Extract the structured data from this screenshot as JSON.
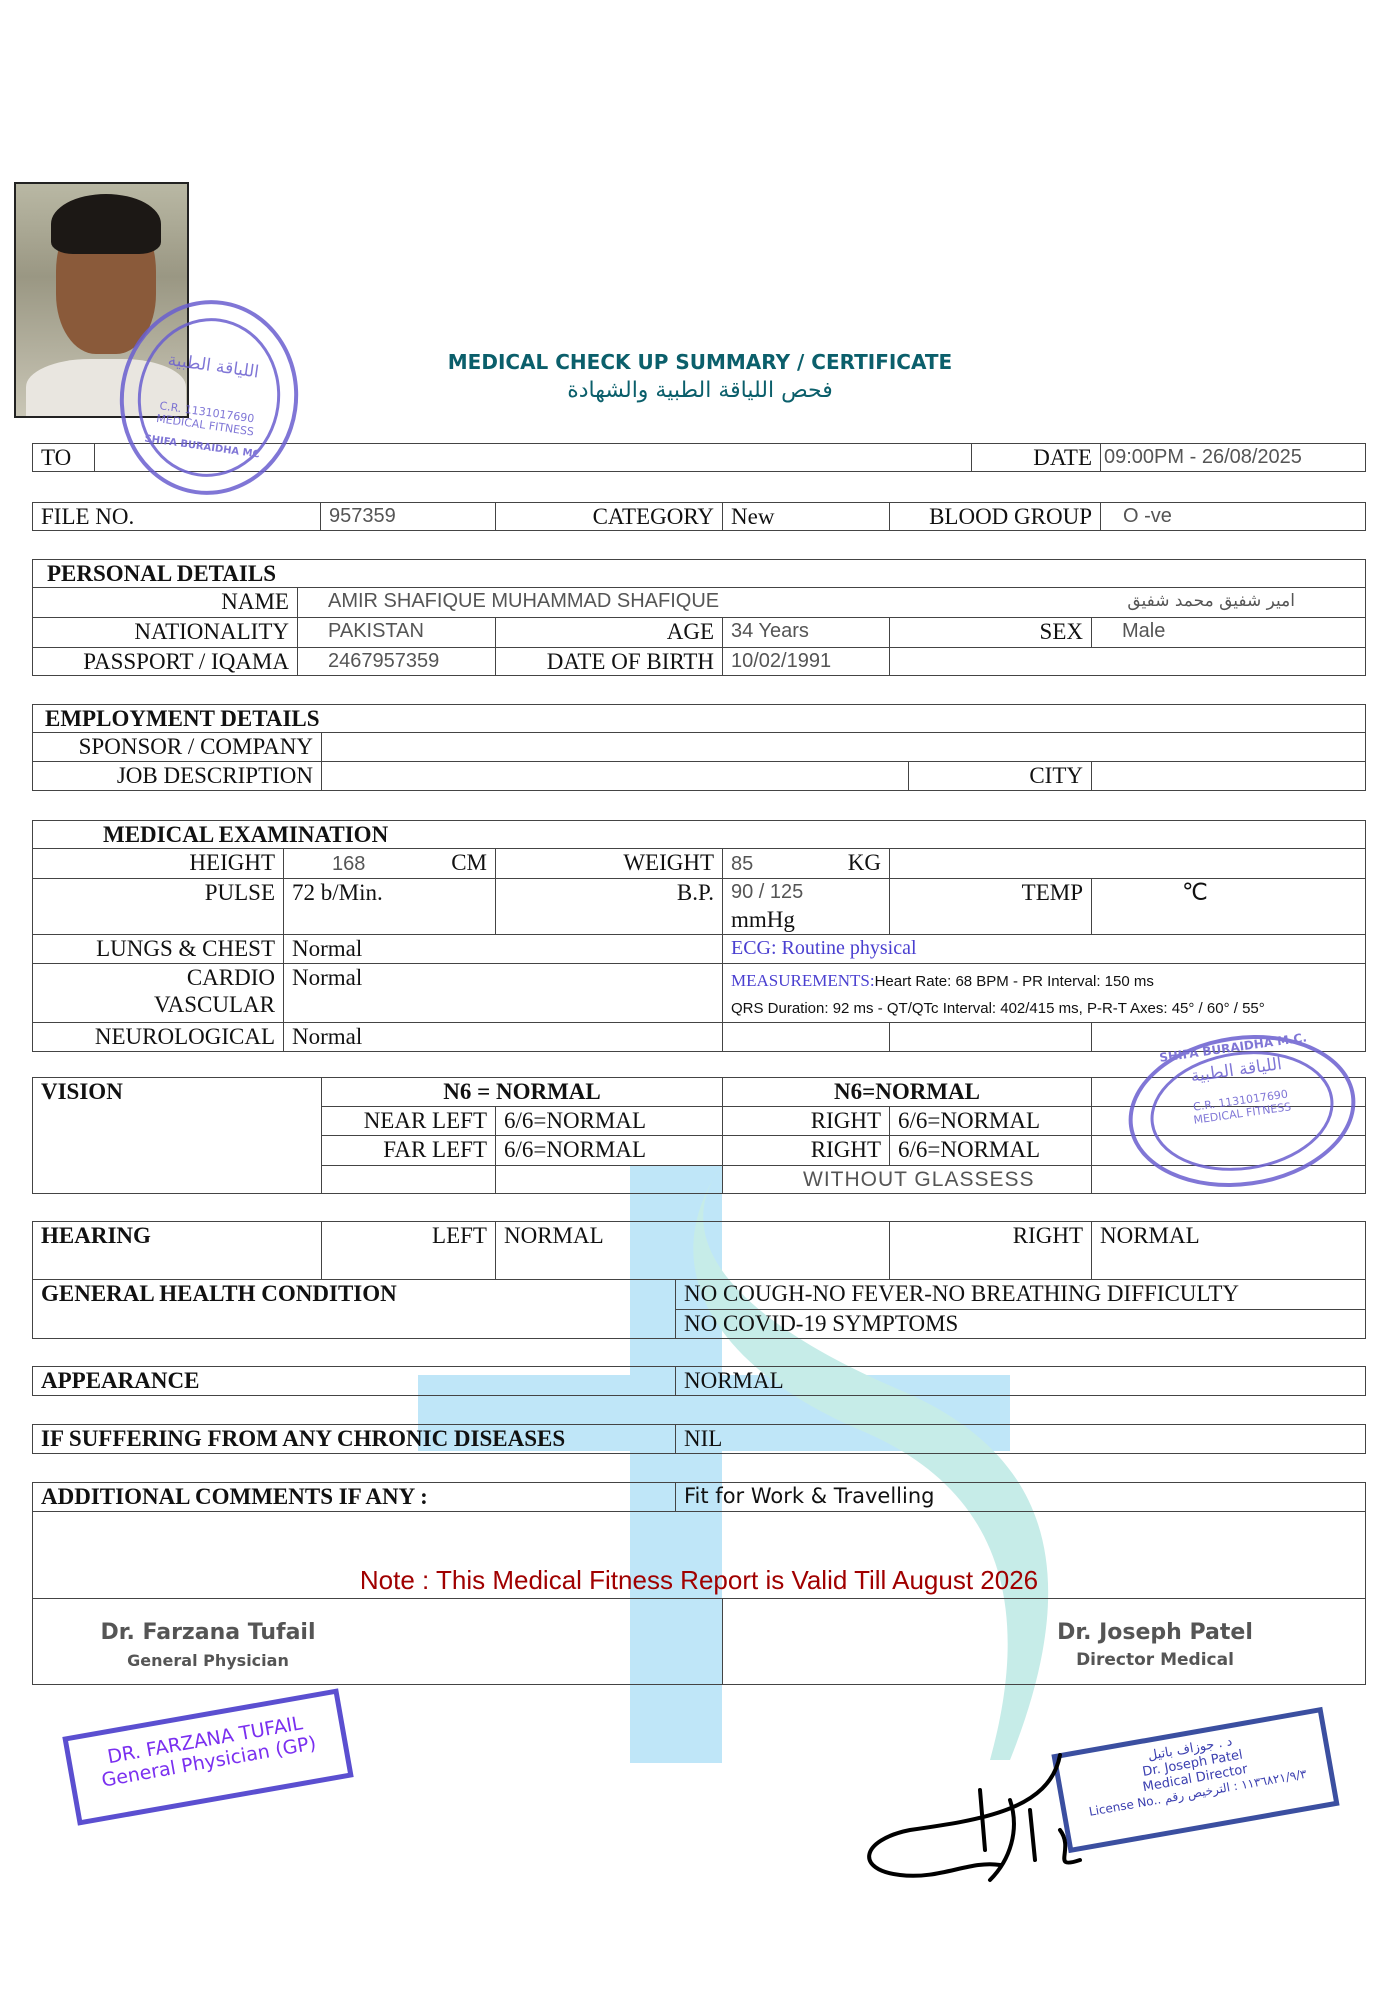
{
  "title": {
    "en": "MEDICAL CHECK UP SUMMARY / CERTIFICATE",
    "ar": "فحص اللياقة الطبية والشهادة"
  },
  "header": {
    "to_label": "TO",
    "to_value": "",
    "date_label": "DATE",
    "date_value": "09:00PM -  26/08/2025"
  },
  "file": {
    "file_label": "FILE NO.",
    "file_value": "957359",
    "category_label": "CATEGORY",
    "category_value": "New",
    "blood_label": "BLOOD GROUP",
    "blood_value": "O -ve"
  },
  "personal": {
    "heading": "PERSONAL DETAILS",
    "name_label": "NAME",
    "name_value": "AMIR SHAFIQUE MUHAMMAD SHAFIQUE",
    "name_ar": "امير شفيق محمد شفيق",
    "nationality_label": "NATIONALITY",
    "nationality_value": "PAKISTAN",
    "age_label": "AGE",
    "age_value": "34 Years",
    "sex_label": "SEX",
    "sex_value": "Male",
    "passport_label": "PASSPORT / IQAMA",
    "passport_value": "2467957359",
    "dob_label": "DATE OF BIRTH",
    "dob_value": "10/02/1991"
  },
  "employment": {
    "heading": "EMPLOYMENT DETAILS",
    "sponsor_label": "SPONSOR / COMPANY",
    "job_label": "JOB DESCRIPTION",
    "city_label": "CITY"
  },
  "medical": {
    "heading": "MEDICAL EXAMINATION",
    "height_label": "HEIGHT",
    "height_value": "168",
    "height_unit": "CM",
    "weight_label": "WEIGHT",
    "weight_value": "85",
    "weight_unit": "KG",
    "pulse_label": "PULSE",
    "pulse_value": "72 b/Min.",
    "bp_label": "B.P.",
    "bp_value": "90 / 125",
    "bp_unit": "mmHg",
    "temp_label": "TEMP",
    "temp_unit": "℃",
    "lungs_label": "LUNGS & CHEST",
    "lungs_value": "Normal",
    "ecg": "ECG: Routine physical",
    "cardio_label1": "CARDIO",
    "cardio_label2": "VASCULAR",
    "cardio_value": "Normal",
    "measurements_label": "MEASUREMENTS:",
    "measurements_line1": "Heart Rate: 68 BPM - PR Interval: 150 ms",
    "measurements_line2": "QRS Duration: 92 ms - QT/QTc Interval: 402/415 ms, P-R-T Axes: 45° / 60° / 55°",
    "neuro_label": "NEUROLOGICAL",
    "neuro_value": "Normal"
  },
  "vision": {
    "heading": "VISION",
    "left_head": "N6 = NORMAL",
    "right_head": "N6=NORMAL",
    "near_left": "NEAR LEFT",
    "far_left": "FAR LEFT",
    "right": "RIGHT",
    "value": "6/6=NORMAL",
    "without": "WITHOUT GLASSESS"
  },
  "hearing": {
    "heading": "HEARING",
    "left_label": "LEFT",
    "left_value": "NORMAL",
    "right_label": "RIGHT",
    "right_value": "NORMAL"
  },
  "general": {
    "heading": "GENERAL HEALTH CONDITION",
    "line1": "NO COUGH-NO FEVER-NO BREATHING DIFFICULTY",
    "line2": "NO COVID-19 SYMPTOMS"
  },
  "appearance": {
    "heading": "APPEARANCE",
    "value": "NORMAL"
  },
  "chronic": {
    "heading": "IF SUFFERING FROM ANY CHRONIC DISEASES",
    "value": "NIL"
  },
  "comments": {
    "heading": "ADDITIONAL COMMENTS IF ANY :",
    "value": "Fit for Work & Travelling",
    "note": "Note : This Medical Fitness Report is Valid Till August 2026"
  },
  "signatures": {
    "left_name": "Dr. Farzana Tufail",
    "left_title": "General Physician",
    "right_name": "Dr. Joseph Patel",
    "right_title": "Director Medical"
  },
  "stamps": {
    "circle1_name": "SHIFA BURAIDHA MC",
    "circle1_ar": "اللياقة الطبية",
    "circle1_cr": "C.R. 1131017690",
    "circle1_sub": "MEDICAL FITNESS",
    "circle2_name": "SHIFA BURAIDHA M.C.",
    "circle2_ar": "اللياقة الطبية",
    "circle2_cr": "C.R. 1131017690",
    "circle2_sub": "MEDICAL FITNESS",
    "rect1_line1": "DR. FARZANA TUFAIL",
    "rect1_line2": "General Physician (GP)",
    "rect2_ar": "د . جوزاف باتيل",
    "rect2_line1": "Dr. Joseph Patel",
    "rect2_line2": "Medical Director",
    "rect2_license": "License No.. ١١٣٦٨٢١/٩/٣ : الترخيص رقم"
  },
  "colors": {
    "title": "#0b5f6b",
    "note": "#a00000",
    "ecg": "#4a3fd0",
    "stamp": "#6a5fd0"
  }
}
